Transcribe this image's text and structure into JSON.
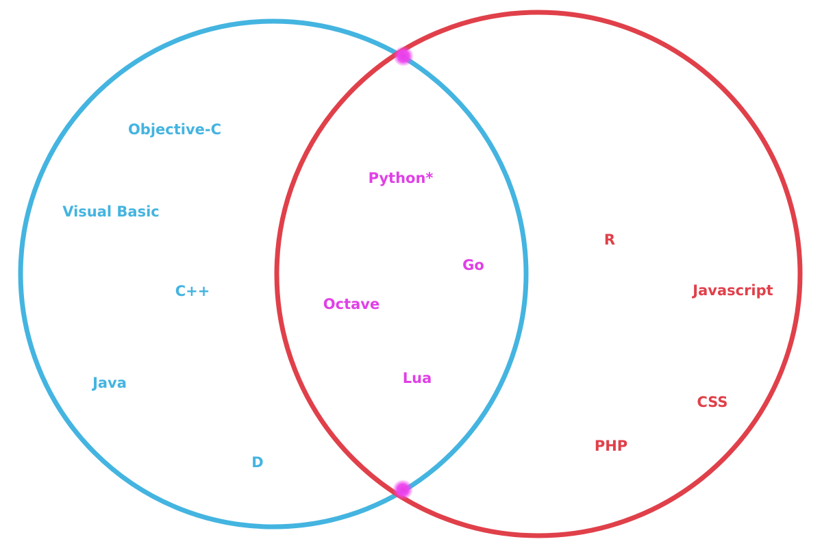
{
  "colors": {
    "left": "#44b4e0",
    "right": "#e0404a",
    "overlap": "#e040e6"
  },
  "sets": {
    "left_only": [
      "Objective-C",
      "Visual Basic",
      "C++",
      "Java",
      "D"
    ],
    "both": [
      "Python*",
      "Go",
      "Octave",
      "Lua"
    ],
    "right_only": [
      "R",
      "Javascript",
      "CSS",
      "PHP"
    ]
  }
}
